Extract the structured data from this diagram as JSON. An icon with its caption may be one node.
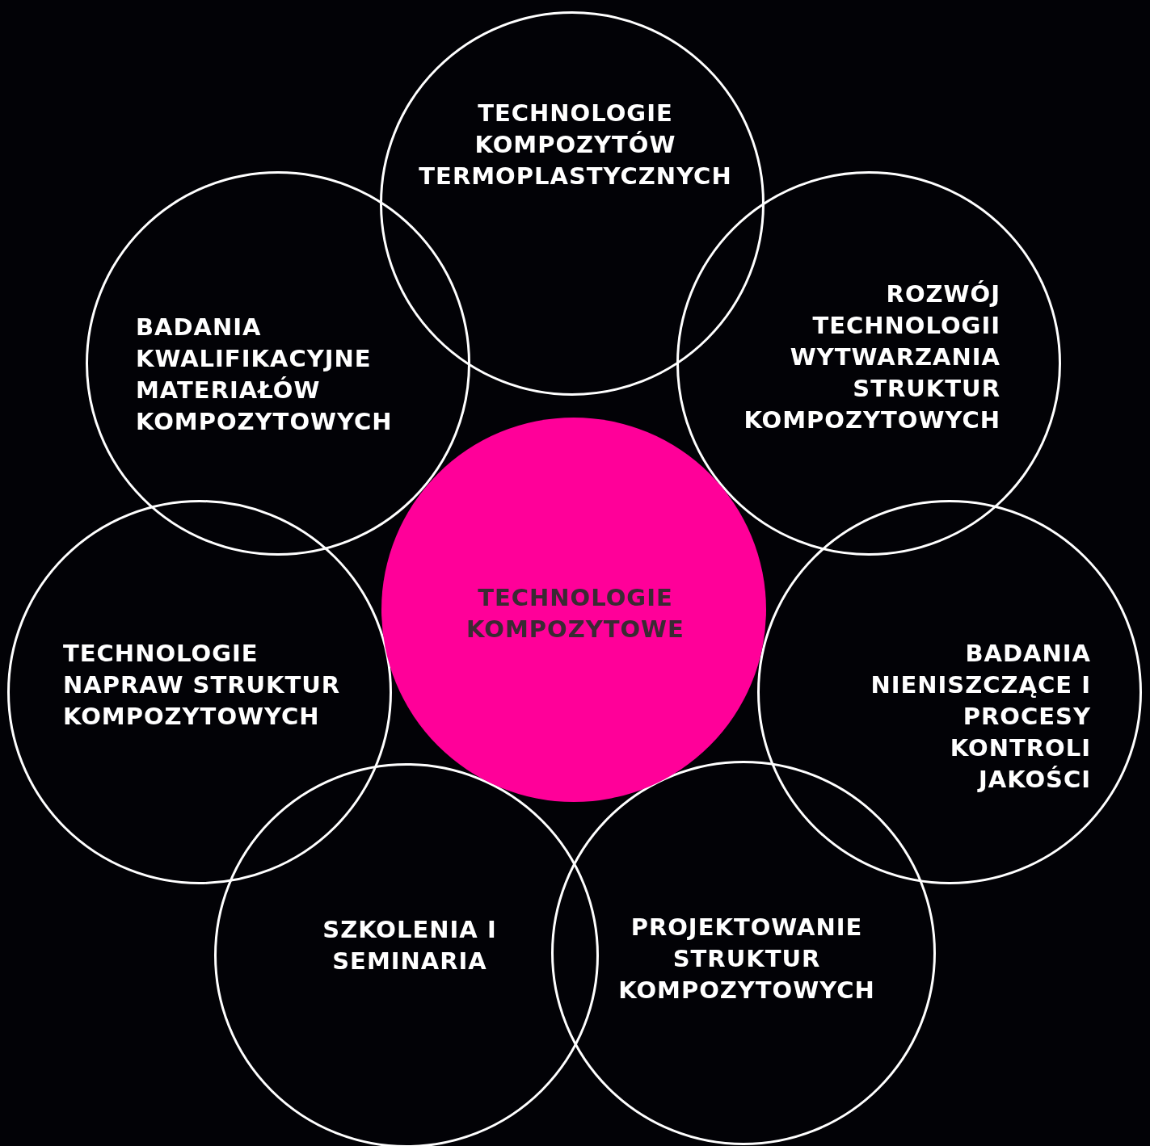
{
  "diagram": {
    "nodes": [
      {
        "text": [
          "TECHNOLOGIE KOMPOZYTÓW TERMOPLASTYCZNYCH"
        ]
      },
      {
        "text": [
          "BADANIA KWALIFIKACYJNE MATERIAŁÓW KOMPOZYTOWYCH"
        ]
      },
      {
        "text": [
          "ROZWÓJ TECHNOLOGII WYTWARZANIA STRUKTUR KOMPOZYTOWYCH"
        ]
      },
      {
        "text": [
          "TECHNOLOGIE KOMPOZYTOWE"
        ]
      },
      {
        "text": [
          "TECHNOLOGIE NAPRAW STRUKTUR KOMPOZYTOWYCH"
        ]
      },
      {
        "text": [
          "BADANIA NIENISZCZĄCE I PROCESY KONTROLI JAKOŚCI"
        ]
      },
      {
        "text": [
          "SZKOLENIA I SEMINARIA"
        ]
      },
      {
        "text": [
          "PROJEKTOWANIE STRUKTUR KOMPOZYTOWYCH"
        ]
      }
    ]
  }
}
